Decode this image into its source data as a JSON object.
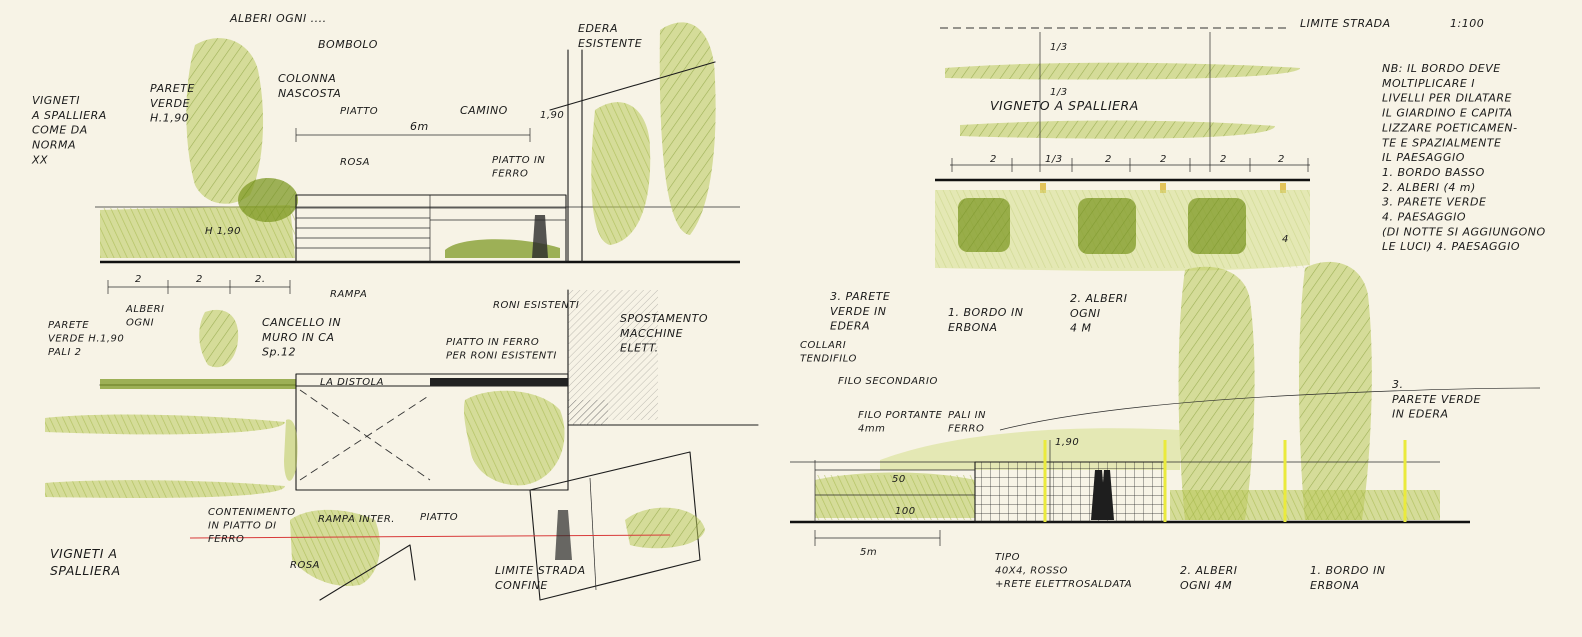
{
  "sheet": {
    "left": {
      "labels": {
        "alberi_ogni": "ALBERI OGNI ....",
        "bombolo": "BOMBOLO",
        "parete_verde": "PARETE\nVERDE\nH.1,90",
        "colonna_nascosta": "COLONNA\nNASCOSTA",
        "piatto": "PIATTO",
        "vigneti_spalliera_top": "VIGNETI\nA SPALLIERA\nCOME DA\nNORMA\nXX",
        "sei_m": "6m",
        "camino": "CAMINO",
        "dim_1_90": "1,90",
        "edera_esistente": "EDERA\nESISTENTE",
        "rosa": "ROSA",
        "piatto_in_ferro_top": "PIATTO IN\nFERRO",
        "h_1_90": "H 1,90",
        "ramp_top": "RAMPA",
        "dim_2a": "2",
        "dim_2b": "2",
        "dim_2c": "2.",
        "alberi_ogni_mid": "ALBERI\nOGNI",
        "parete_mid": "PARETE\nVERDE H.1,90\nPALI 2",
        "cancello": "CANCELLO IN\nMURO IN CA\nSp.12",
        "roni_esistenti": "RONI ESISTENTI",
        "piatto_in_ferro_mid": "PIATTO IN FERRO\nPER RONI ESISTENTI",
        "spostamento": "SPOSTAMENTO\nMACCHINE\nELETT.",
        "la_distola": "LA DISTOLA",
        "contenimento": "CONTENIMENTO\nIN PIATTO DI\nFERRO",
        "rampa_inter": "RAMPA INTER.",
        "piatto_bottom": "PIATTO",
        "rosa_bottom": "ROSA",
        "vigneti_bottom": "VIGNETI A\nSPALLIERA",
        "limite_strada": "LIMITE STRADA\nCONFINE"
      }
    },
    "right": {
      "labels": {
        "limite_strada": "LIMITE STRADA",
        "scale": "1:100",
        "frac_top": "1/3",
        "frac_mid": "1/3",
        "vigneto": "VIGNETO A SPALLIERA",
        "d2a": "2",
        "d2b": "1/3",
        "d2c": "2",
        "d2d": "2",
        "d2e": "2",
        "d2f": "2",
        "four": "4",
        "note": "NB: IL BORDO DEVE\nMOLTIPLICARE I\nLIVELLI PER DILATARE\nIL GIARDINO E CAPITA\nLIZZARE POETICAMEN-\nTE E SPAZIALMENTE\nIL PAESAGGIO\n1. BORDO BASSO\n2. ALBERI (4 m)\n3. PARETE VERDE\n4. PAESAGGIO\n(DI NOTTE SI AGGIUNGONO\nLE LUCI) 4. PAESAGGIO",
        "parete_verde_edera": "3. PARETE\nVERDE IN\nEDERA",
        "bordo_erbona": "1. BORDO IN\nERBONA",
        "alberi_4m": "2. ALBERI\nOGNI\n4 M",
        "collari": "COLLARI\nTENDIFILO",
        "filo_secondario": "FILO SECONDARIO",
        "filo_portante": "FILO PORTANTE\n4mm",
        "pali_ferro": "PALI IN\nFERRO",
        "dim_190": "1,90",
        "dim_50": "50",
        "dim_100": "100",
        "dim_5m": "5m",
        "tipo": "TIPO\n40X4, ROSSO\n+RETE ELETTROSALDATA",
        "alberi_bottom": "2. ALBERI\nOGNI 4M",
        "bordo_bottom": "1. BORDO IN\nERBONA",
        "parete_verde_right": "3.\nPARETE VERDE\nIN EDERA"
      }
    }
  }
}
